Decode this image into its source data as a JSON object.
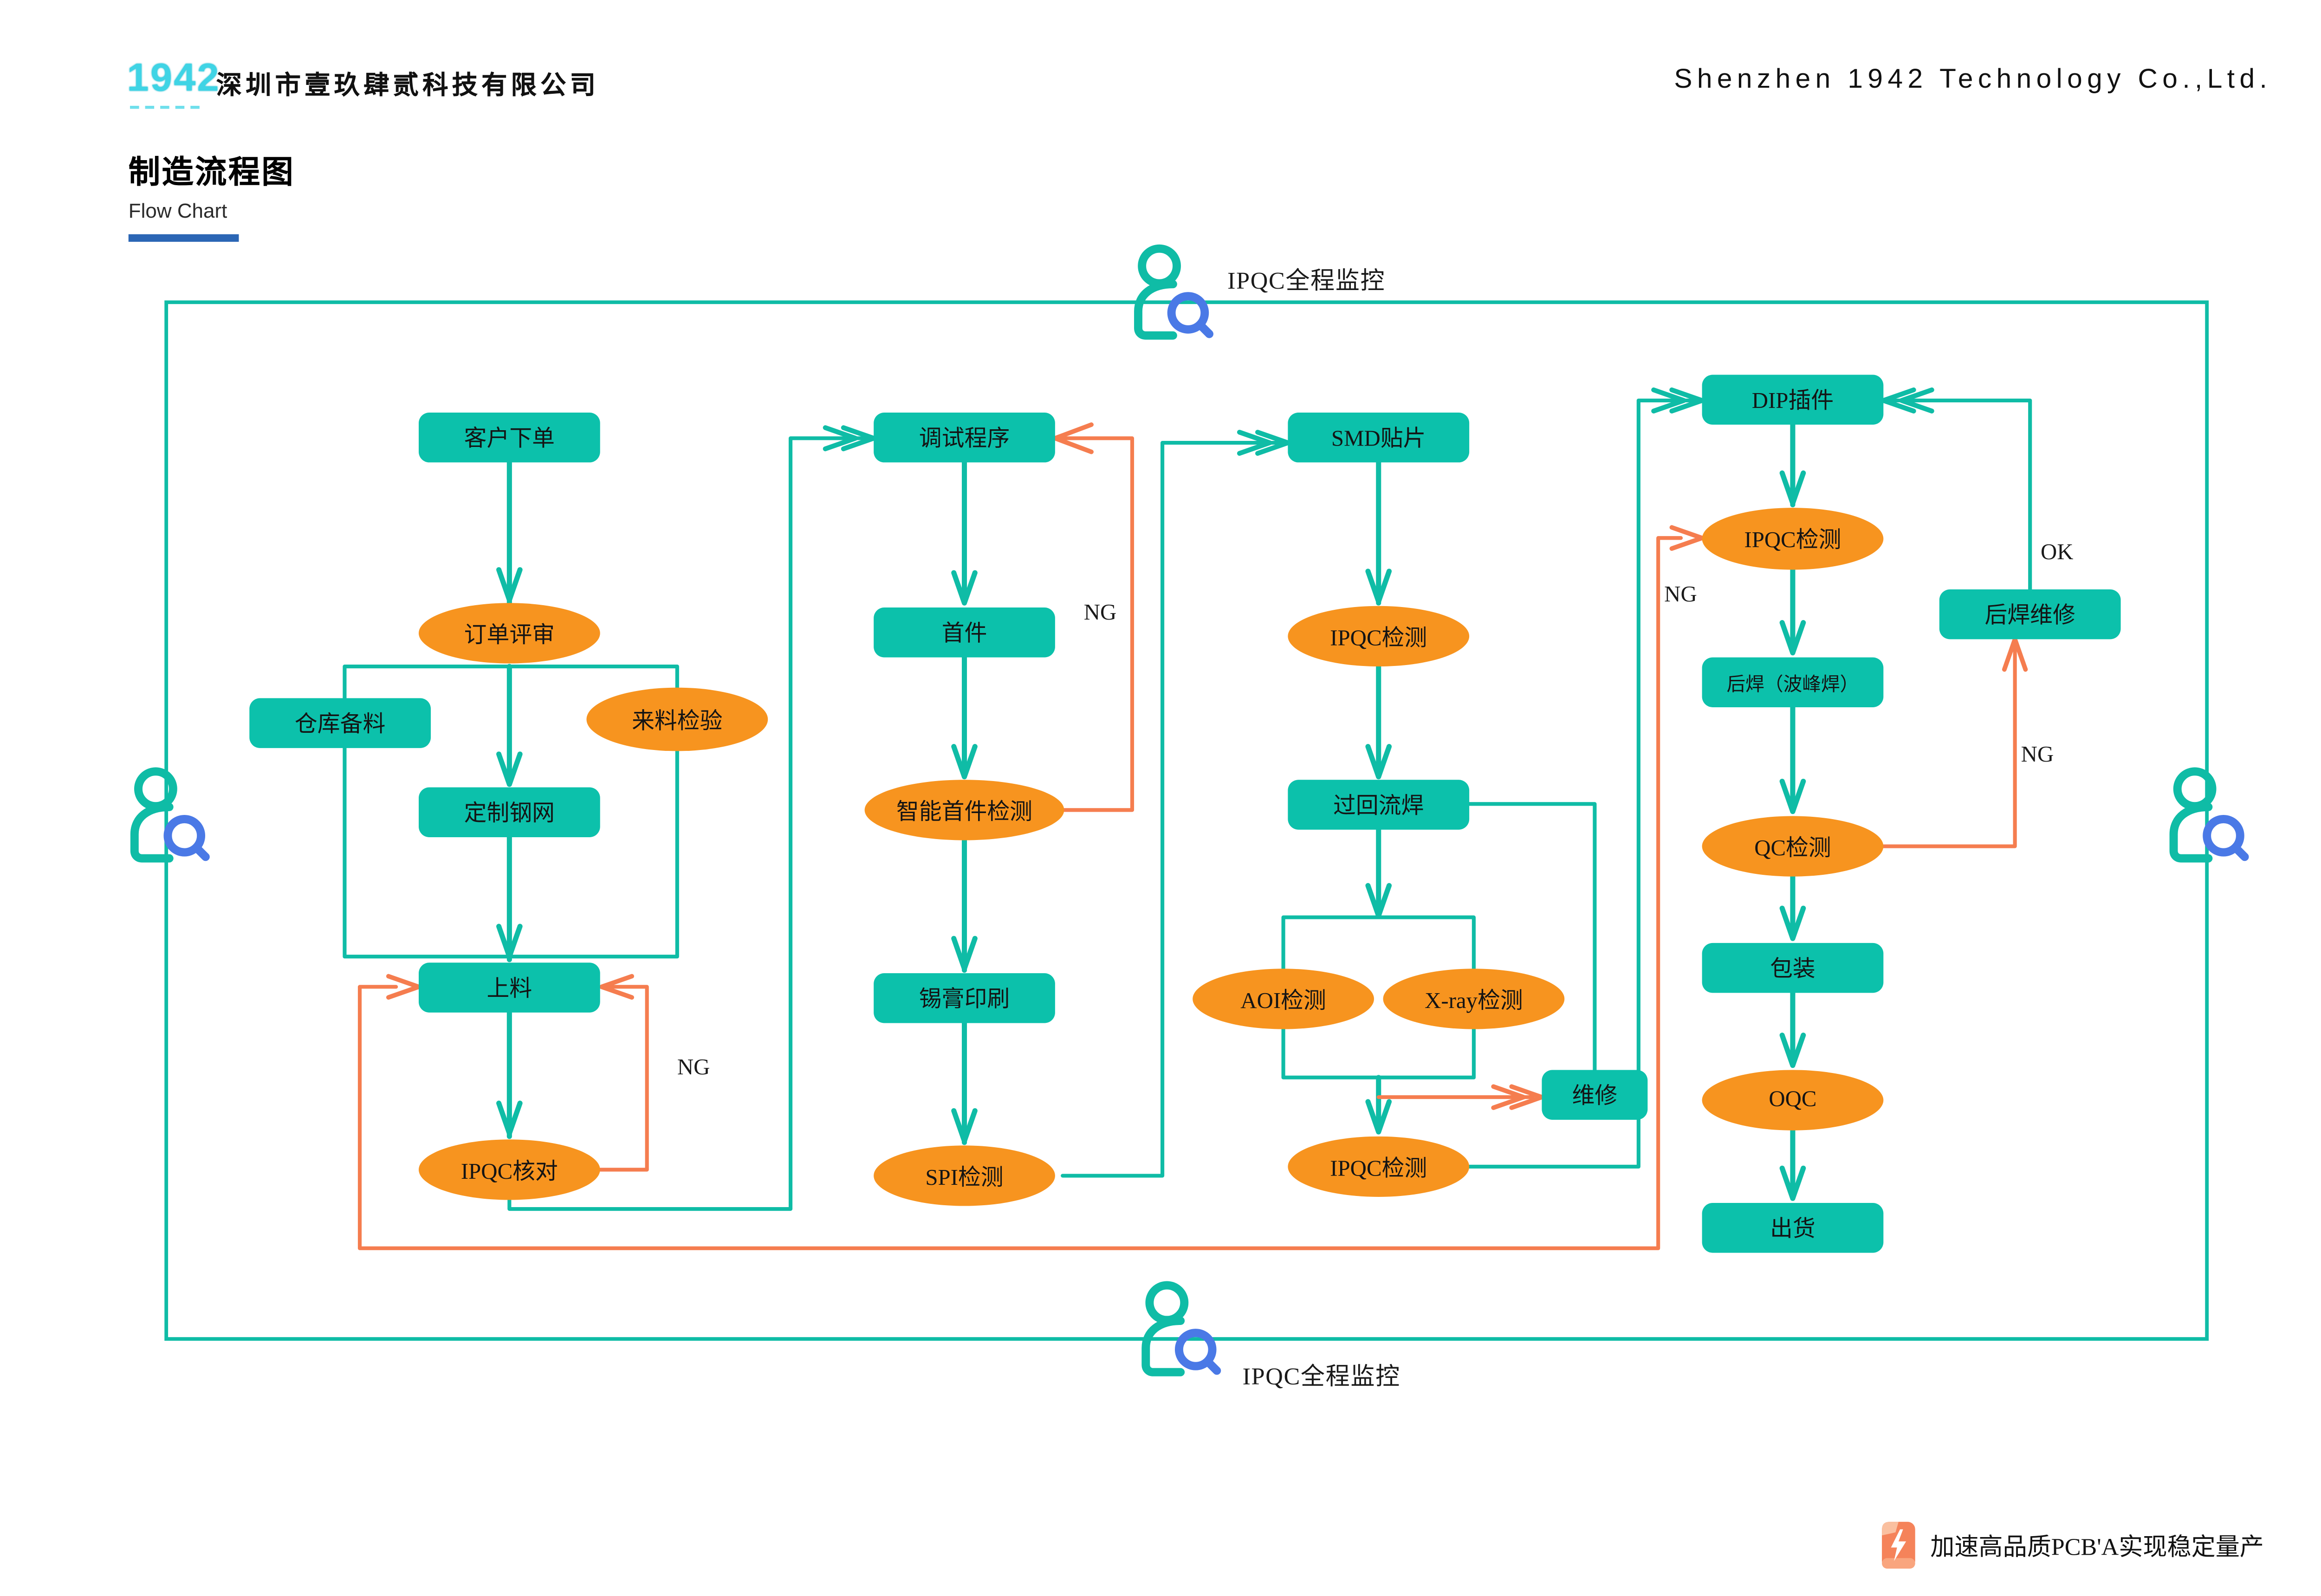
{
  "header": {
    "logo": "1942",
    "company_cn": "深圳市壹玖肆贰科技有限公司",
    "company_en": "Shenzhen 1942 Technology Co.,Ltd.",
    "title": "制造流程图",
    "subtitle": "Flow Chart"
  },
  "monitor": {
    "top": "IPQC全程监控",
    "bottom": "IPQC全程监控"
  },
  "flow": {
    "nodes": {
      "customer_order": "客户下单",
      "order_review": "订单评审",
      "warehouse_prep": "仓库备料",
      "incoming_inspection": "来料检验",
      "custom_stencil": "定制钢网",
      "loading": "上料",
      "ipqc_verify": "IPQC核对",
      "program_debug": "调试程序",
      "first_article": "首件",
      "smart_fa_inspection": "智能首件检测",
      "solder_paste_printing": "锡膏印刷",
      "spi_inspection": "SPI检测",
      "smd_mounting": "SMD贴片",
      "ipqc_inspection_smd": "IPQC检测",
      "reflow_soldering": "过回流焊",
      "aoi_inspection": "AOI检测",
      "xray_inspection": "X-ray检测",
      "ipqc_inspection_reflow": "IPQC检测",
      "repair": "维修",
      "dip_insertion": "DIP插件",
      "ipqc_inspection_dip": "IPQC检测",
      "wave_soldering": "后焊（波峰焊）",
      "qc_inspection": "QC检测",
      "packaging": "包装",
      "oqc": "OQC",
      "shipping": "出货",
      "post_weld_repair": "后焊维修"
    },
    "edge_labels": {
      "ng_loading": "NG",
      "ng_debug": "NG",
      "ng_dip": "NG",
      "ng_qc": "NG",
      "ok_dip": "OK"
    }
  },
  "footer": {
    "tagline": "加速高品质PCB'A实现稳定量产"
  },
  "colors": {
    "teal_line": "#0FBCA6",
    "teal_fill": "#0CC1AB",
    "orange_fill": "#F7941F",
    "orange_line": "#F57D4F",
    "magnifier_blue": "#4A79E6",
    "logo_cyan": "#3FD4E5",
    "underline_blue": "#2B66B5"
  }
}
